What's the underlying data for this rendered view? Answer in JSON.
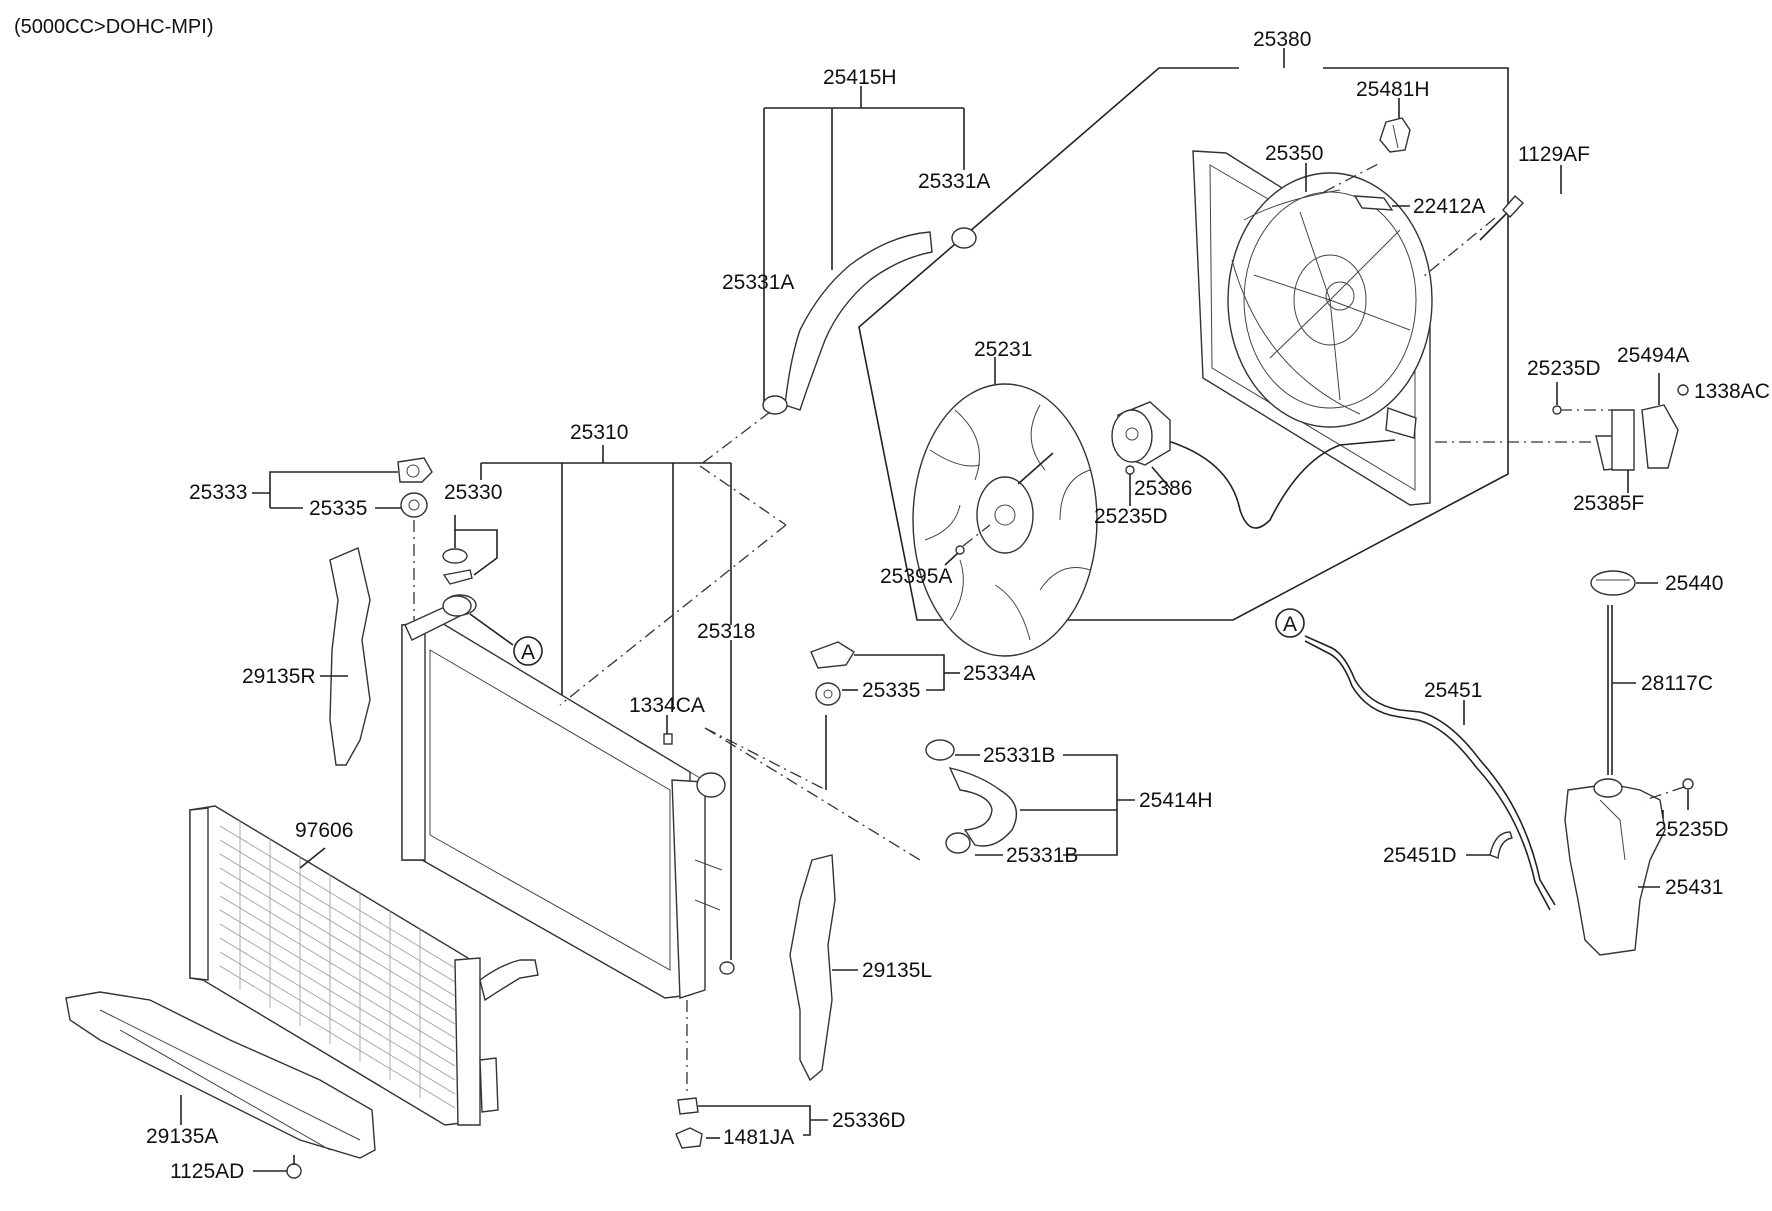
{
  "header": {
    "engine": "(5000CC>DOHC-MPI)"
  },
  "callouts": [
    {
      "id": "c25380",
      "text": "25380"
    },
    {
      "id": "c25481H",
      "text": "25481H"
    },
    {
      "id": "c25415H",
      "text": "25415H"
    },
    {
      "id": "c25350",
      "text": "25350"
    },
    {
      "id": "c1129AF",
      "text": "1129AF"
    },
    {
      "id": "c25331A_top",
      "text": "25331A"
    },
    {
      "id": "c22412A",
      "text": "22412A"
    },
    {
      "id": "c25331A_left",
      "text": "25331A"
    },
    {
      "id": "c25231",
      "text": "25231"
    },
    {
      "id": "c25235D_right",
      "text": "25235D"
    },
    {
      "id": "c25494A",
      "text": "25494A"
    },
    {
      "id": "c1338AC",
      "text": "1338AC"
    },
    {
      "id": "c25310",
      "text": "25310"
    },
    {
      "id": "c25333",
      "text": "25333"
    },
    {
      "id": "c25330",
      "text": "25330"
    },
    {
      "id": "c25335_left",
      "text": "25335"
    },
    {
      "id": "c25386",
      "text": "25386"
    },
    {
      "id": "c25235D_mid",
      "text": "25235D"
    },
    {
      "id": "c25385F",
      "text": "25385F"
    },
    {
      "id": "c25395A",
      "text": "25395A"
    },
    {
      "id": "c25440",
      "text": "25440"
    },
    {
      "id": "c25318",
      "text": "25318"
    },
    {
      "id": "c29135R",
      "text": "29135R"
    },
    {
      "id": "c25334A",
      "text": "25334A"
    },
    {
      "id": "c25335_mid",
      "text": "25335"
    },
    {
      "id": "c28117C",
      "text": "28117C"
    },
    {
      "id": "c25451",
      "text": "25451"
    },
    {
      "id": "c1334CA",
      "text": "1334CA"
    },
    {
      "id": "c25331B_top",
      "text": "25331B"
    },
    {
      "id": "c25414H",
      "text": "25414H"
    },
    {
      "id": "c97606",
      "text": "97606"
    },
    {
      "id": "c25331B_bot",
      "text": "25331B"
    },
    {
      "id": "c25235D_tank",
      "text": "25235D"
    },
    {
      "id": "c25451D",
      "text": "25451D"
    },
    {
      "id": "c25431",
      "text": "25431"
    },
    {
      "id": "c29135L",
      "text": "29135L"
    },
    {
      "id": "c29135A",
      "text": "29135A"
    },
    {
      "id": "c25336D",
      "text": "25336D"
    },
    {
      "id": "c1481JA",
      "text": "1481JA"
    },
    {
      "id": "c1125AD",
      "text": "1125AD"
    },
    {
      "id": "markerA_left",
      "text": "A"
    },
    {
      "id": "markerA_right",
      "text": "A"
    }
  ]
}
